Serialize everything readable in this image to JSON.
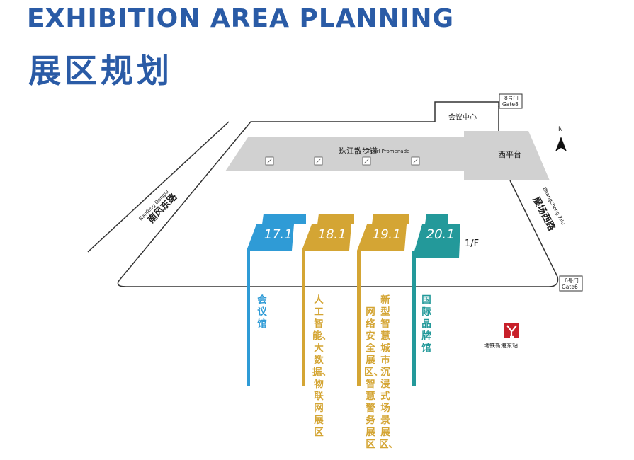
{
  "header": {
    "title_en": "EXHIBITION AREA PLANNING",
    "title_cn": "展区规划"
  },
  "map": {
    "promenade_cn": "珠江散步道",
    "promenade_en": "Pearl Promenade",
    "conference_center": "会议中心",
    "west_platform": "西平台",
    "north": "N",
    "road_west_cn": "南风东路",
    "road_west_en": "Nanfeng Donglu",
    "road_east_cn": "展场西路",
    "road_east_en": "Zhangchang Xilu",
    "gate8_cn": "8号门",
    "gate8_en": "Gate8",
    "gate6_cn": "6号门",
    "gate6_en": "Gate6",
    "metro_station": "地铁新港东站",
    "floor": "1/F"
  },
  "halls": [
    {
      "number": "17.1",
      "label": "会议馆",
      "color": "#2f9bd6"
    },
    {
      "number": "18.1",
      "label": "人工智能、大数据、物联网展区",
      "color": "#d4a534"
    },
    {
      "number": "19.1",
      "label": "新型智慧城市沉浸式场景展区、",
      "label2": "网络安全展区、智慧警务展区",
      "color": "#d4a534"
    },
    {
      "number": "20.1",
      "label": "国际品牌馆",
      "color": "#23999a"
    }
  ],
  "colors": {
    "brand": "#2a5ba6",
    "promenade": "#d1d1d1",
    "outline": "#333333",
    "metro_red": "#c8202a"
  }
}
